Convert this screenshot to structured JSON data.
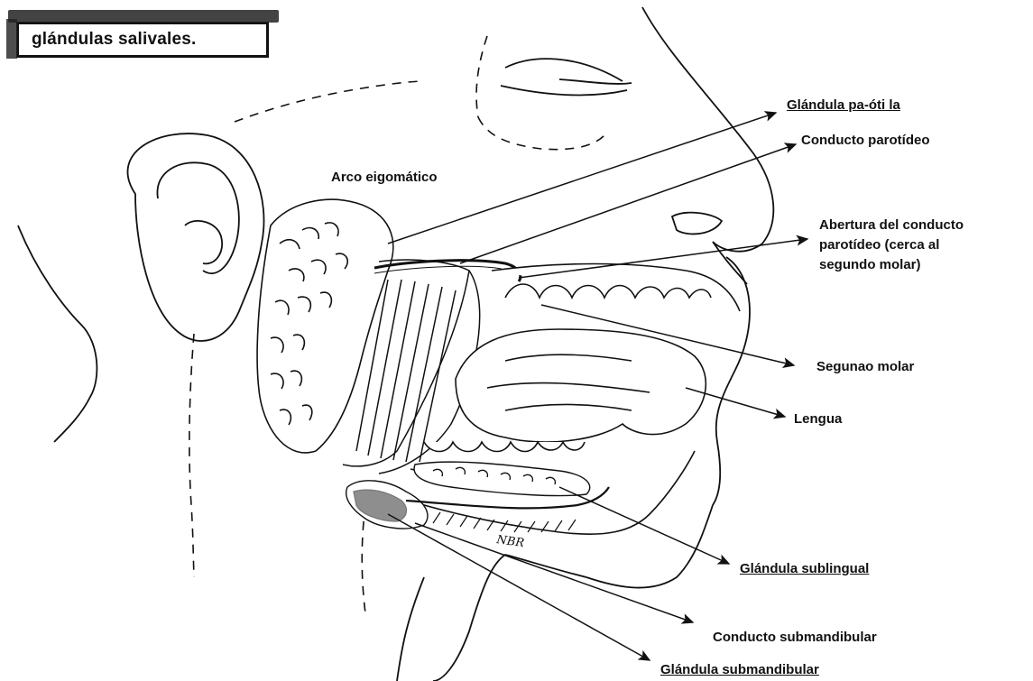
{
  "title": "glándulas salivales.",
  "signature": "NBR",
  "labels": {
    "glandula_parotida": "Glándula pa-óti la",
    "conducto_parotideo": "Conducto parotídeo",
    "arco_cigomatico": "Arco eigomático",
    "abertura_line1": "Abertura del conducto",
    "abertura_line2": "parotídeo (cerca al",
    "abertura_line3": "segundo molar)",
    "segundo_molar": "Segunao molar",
    "lengua": "Lengua",
    "glandula_sublingual": "Glándula sublingual",
    "conducto_submandibular": "Conducto submandibular",
    "glandula_submandibular": "Glándula submandibular"
  }
}
